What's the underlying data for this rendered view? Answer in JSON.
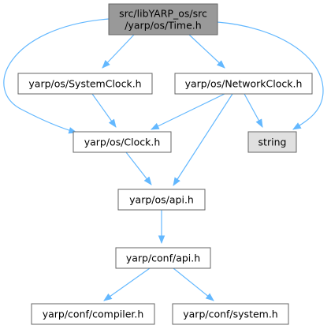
{
  "colors": {
    "edge": "#63b8ff",
    "node_fill": "#ffffff",
    "root_fill": "#999999",
    "external_fill": "#e0e0e0",
    "border": "#666666"
  },
  "nodes": [
    {
      "id": "time",
      "lines": [
        "src/libYARP_os/src",
        "/yarp/os/Time.h"
      ],
      "kind": "root"
    },
    {
      "id": "systemclock",
      "lines": [
        "yarp/os/SystemClock.h"
      ],
      "kind": "normal"
    },
    {
      "id": "networkclock",
      "lines": [
        "yarp/os/NetworkClock.h"
      ],
      "kind": "normal"
    },
    {
      "id": "clock",
      "lines": [
        "yarp/os/Clock.h"
      ],
      "kind": "normal"
    },
    {
      "id": "string",
      "lines": [
        "string"
      ],
      "kind": "external"
    },
    {
      "id": "osapi",
      "lines": [
        "yarp/os/api.h"
      ],
      "kind": "normal"
    },
    {
      "id": "confapi",
      "lines": [
        "yarp/conf/api.h"
      ],
      "kind": "normal"
    },
    {
      "id": "compiler",
      "lines": [
        "yarp/conf/compiler.h"
      ],
      "kind": "normal"
    },
    {
      "id": "system",
      "lines": [
        "yarp/conf/system.h"
      ],
      "kind": "normal"
    }
  ],
  "edges": [
    {
      "from": "time",
      "to": "systemclock"
    },
    {
      "from": "time",
      "to": "networkclock"
    },
    {
      "from": "time",
      "to": "clock"
    },
    {
      "from": "time",
      "to": "string"
    },
    {
      "from": "systemclock",
      "to": "clock"
    },
    {
      "from": "networkclock",
      "to": "clock"
    },
    {
      "from": "networkclock",
      "to": "string"
    },
    {
      "from": "networkclock",
      "to": "osapi"
    },
    {
      "from": "clock",
      "to": "osapi"
    },
    {
      "from": "osapi",
      "to": "confapi"
    },
    {
      "from": "confapi",
      "to": "compiler"
    },
    {
      "from": "confapi",
      "to": "system"
    }
  ]
}
